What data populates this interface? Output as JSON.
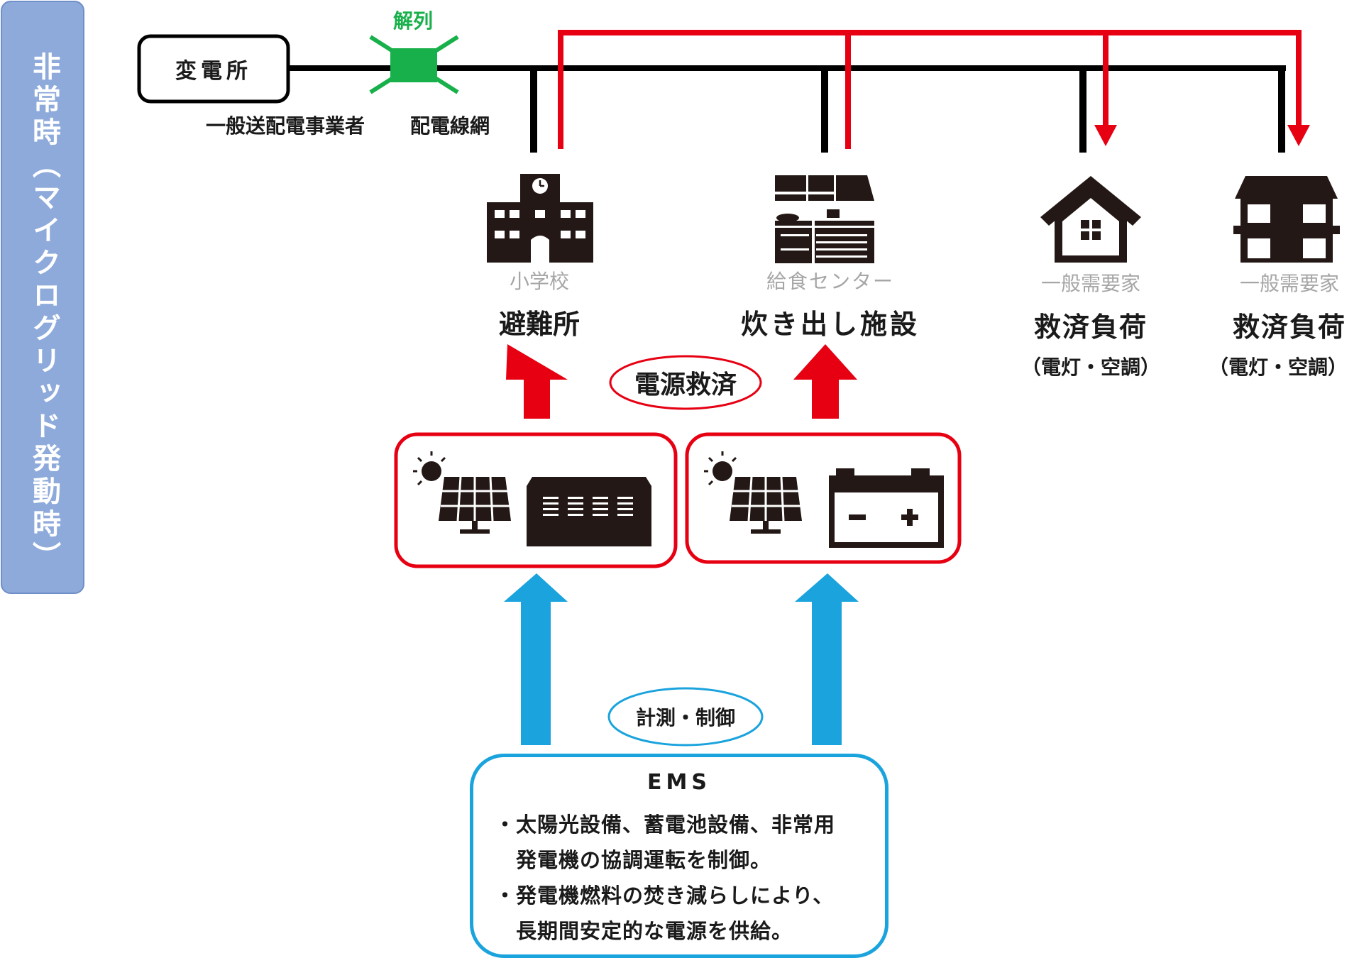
{
  "side_label": "非常時（マイクログリッド発動時）",
  "substation": "変電所",
  "disconnect_label": "解列",
  "operator_label": "一般送配電事業者",
  "network_label": "配電線網",
  "facilities": [
    {
      "sub": "小学校",
      "main": "避難所"
    },
    {
      "sub": "給食センター",
      "main": "炊き出し施設"
    },
    {
      "sub": "一般需要家",
      "main": "救済負荷",
      "detail": "（電灯・空調）"
    },
    {
      "sub": "一般需要家",
      "main": "救済負荷",
      "detail": "（電灯・空調）"
    }
  ],
  "power_rescue_label": "電源救済",
  "measure_control_label": "計測・制御",
  "ems": {
    "title": "EMS",
    "lines": [
      "・太陽光設備、蓄電池設備、非常用",
      "　発電機の協調運転を制御。",
      "・発電機燃料の焚き減らしにより、",
      "　長期間安定的な電源を供給。"
    ]
  },
  "colors": {
    "grid_line": "#000000",
    "red_line": "#e60012",
    "blue_arrow": "#1aa3dd",
    "green_switch": "#18b04a",
    "side_panel": "#8eaadb",
    "sub_label": "#a6a6a6"
  }
}
